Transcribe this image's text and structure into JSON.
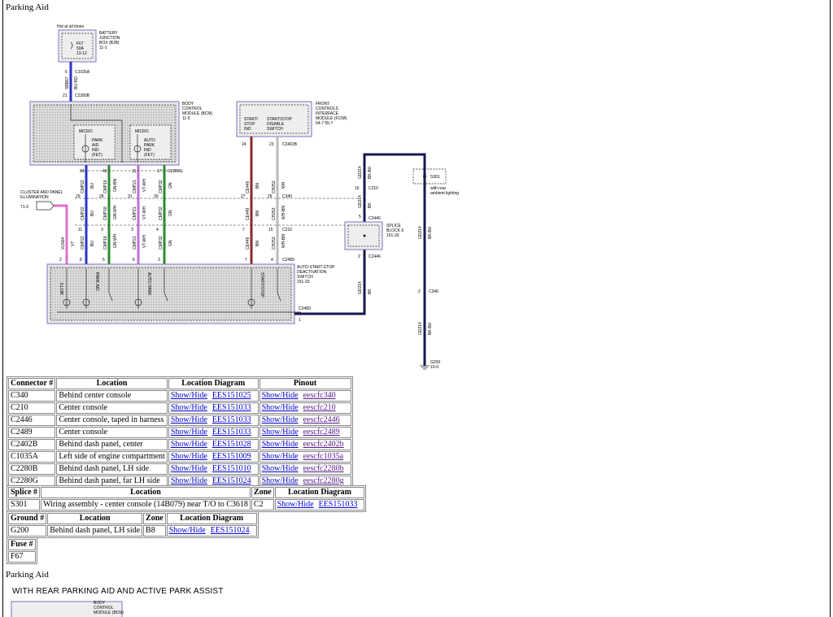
{
  "page": {
    "heading": "Parking Aid",
    "heading2": "Parking Aid",
    "subheading": "WITH REAR PARKING AID AND ACTIVE PARK ASSIST"
  },
  "diagram": {
    "hot_label": "Hot at all times",
    "bjb": {
      "name_lines": [
        "BATTERY",
        "JUNCTION",
        "BOX (BJB)",
        "11-1"
      ],
      "fuse_lines": [
        "F67",
        "50A",
        "13-12"
      ]
    },
    "bcm": {
      "name_lines": [
        "BODY",
        "CONTROL",
        "MODULE (BCM)",
        "11-5"
      ],
      "micro1": "MICRO",
      "micro2": "MICRO",
      "park_aid_lines": [
        "PARK",
        "AID",
        "IND",
        "(FET)"
      ],
      "auto_park_lines": [
        "AUTO",
        "PARK",
        "IND",
        "(FET)"
      ]
    },
    "fcim": {
      "name_lines": [
        "FRONT",
        "CONTROLS",
        "INTERFACE",
        "MODULE (FCIM)",
        "54-7    55-7"
      ],
      "startstop_ind_lines": [
        "START/",
        "STOP",
        "IND"
      ],
      "disable_lines": [
        "START/STOP",
        "DISABLE",
        "SWITCH"
      ]
    },
    "cluster_lines": [
      "CLUSTER AND PANEL",
      "ILLUMINATION"
    ],
    "cluster_ref": "71-3",
    "switch": {
      "name_lines": [
        "AUTO-START-STOP",
        "DEACTIVATION",
        "SWITCH",
        "151-33"
      ],
      "labels": [
        "ILLUM",
        "PARK AID",
        "AUTO PARK",
        "START/STOP"
      ]
    },
    "splice": {
      "name_lines": [
        "SPLICE",
        "BLOCK 6",
        "151-33"
      ]
    },
    "s301_lines": [
      "S301",
      "with rear",
      "ambient lighting"
    ],
    "ground_lines": [
      "G200",
      "10-6"
    ],
    "connectors": {
      "c1035a": "C1035A",
      "c2280b": "C2280B",
      "c2280g": "C2280G",
      "c2402b": "C2402B",
      "c340": "C340",
      "c210": "C210",
      "c2489": "C2489",
      "c2446": "C2446"
    },
    "wire_circuits": {
      "sbb67": "SBB67",
      "bu_rd": "BU-RD",
      "cmp22": "CMP22",
      "bu": "BU",
      "cmp18": "CMP18",
      "gn_bn": "GN-BN",
      "gn_wh": "GN-WH",
      "cmp21": "CMP21",
      "vt_wh": "VT-WH",
      "cmp32": "CMP32",
      "gn": "GN",
      "ce449": "CE449",
      "bn": "BN",
      "ch253": "CH253",
      "wh": "WH",
      "wh_bn": "WH-BN",
      "vln04": "VLN04",
      "vt": "VT",
      "gd214": "GD214",
      "bk_bu": "BK-BU",
      "bk": "BK"
    },
    "pins": {
      "p6": "6",
      "p21": "21",
      "p34": "34",
      "p43": "43",
      "p31": "31",
      "p17": "17",
      "p24": "24",
      "p23": "23",
      "p29": "29",
      "p28": "28",
      "p30": "30",
      "p27": "27",
      "p26": "26",
      "p16": "16",
      "p5": "5",
      "p11": "11",
      "p3": "3",
      "p4": "4",
      "p7": "7",
      "p15": "15",
      "p2": "2",
      "p8": "8",
      "p1": "1"
    }
  },
  "connector_table": {
    "headers": [
      "Connector #",
      "Location",
      "Location Diagram",
      "Pinout"
    ],
    "rows": [
      {
        "id": "C340",
        "location": "Behind center console",
        "show": "Show/Hide",
        "diagram": "EES151025",
        "pshow": "Show/Hide",
        "pinout": "eescfc340"
      },
      {
        "id": "C210",
        "location": "Center console",
        "show": "Show/Hide",
        "diagram": "EES151033",
        "pshow": "Show/Hide",
        "pinout": "eescfc210"
      },
      {
        "id": "C2446",
        "location": "Center console, taped in harness",
        "show": "Show/Hide",
        "diagram": "EES151033",
        "pshow": "Show/Hide",
        "pinout": "eescfc2446"
      },
      {
        "id": "C2489",
        "location": "Center console",
        "show": "Show/Hide",
        "diagram": "EES151033",
        "pshow": "Show/Hide",
        "pinout": "eescfc2489"
      },
      {
        "id": "C2402B",
        "location": "Behind dash panel, center",
        "show": "Show/Hide",
        "diagram": "EES151028",
        "pshow": "Show/Hide",
        "pinout": "eescfc2402b"
      },
      {
        "id": "C1035A",
        "location": "Left side of engine compartment",
        "show": "Show/Hide",
        "diagram": "EES151009",
        "pshow": "Show/Hide",
        "pinout": "eescfc1035a"
      },
      {
        "id": "C2280B",
        "location": "Behind dash panel, LH side",
        "show": "Show/Hide",
        "diagram": "EES151010",
        "pshow": "Show/Hide",
        "pinout": "eescfc2280b"
      },
      {
        "id": "C2280G",
        "location": "Behind dash panel, far LH side",
        "show": "Show/Hide",
        "diagram": "EES151024",
        "pshow": "Show/Hide",
        "pinout": "eescfc2280g"
      }
    ]
  },
  "splice_table": {
    "headers": [
      "Splice #",
      "Location",
      "Zone",
      "Location Diagram"
    ],
    "rows": [
      {
        "id": "S301",
        "location": "Wiring assembly - center console (14B079) near T/O to C3618",
        "zone": "C2",
        "show": "Show/Hide",
        "diagram": "EES151033"
      }
    ]
  },
  "ground_table": {
    "headers": [
      "Ground #",
      "Location",
      "Zone",
      "Location Diagram"
    ],
    "rows": [
      {
        "id": "G200",
        "location": "Behind dash panel, LH side",
        "zone": "B8",
        "show": "Show/Hide",
        "diagram": "EES151024"
      }
    ]
  },
  "fuse_table": {
    "headers": [
      "Fuse #"
    ],
    "rows": [
      {
        "id": "F67"
      }
    ]
  },
  "colors": {
    "box_border": "#7b73c8",
    "wire_blue": "#2a35c8",
    "wire_green": "#2d8a2d",
    "wire_violet": "#c070d8",
    "wire_brown": "#8a2a2a",
    "wire_white": "#bbbbbb",
    "wire_black_blue": "#151a50",
    "wire_pink": "#e070d0",
    "link": "#0000cc",
    "link_visited": "#551a8b"
  }
}
